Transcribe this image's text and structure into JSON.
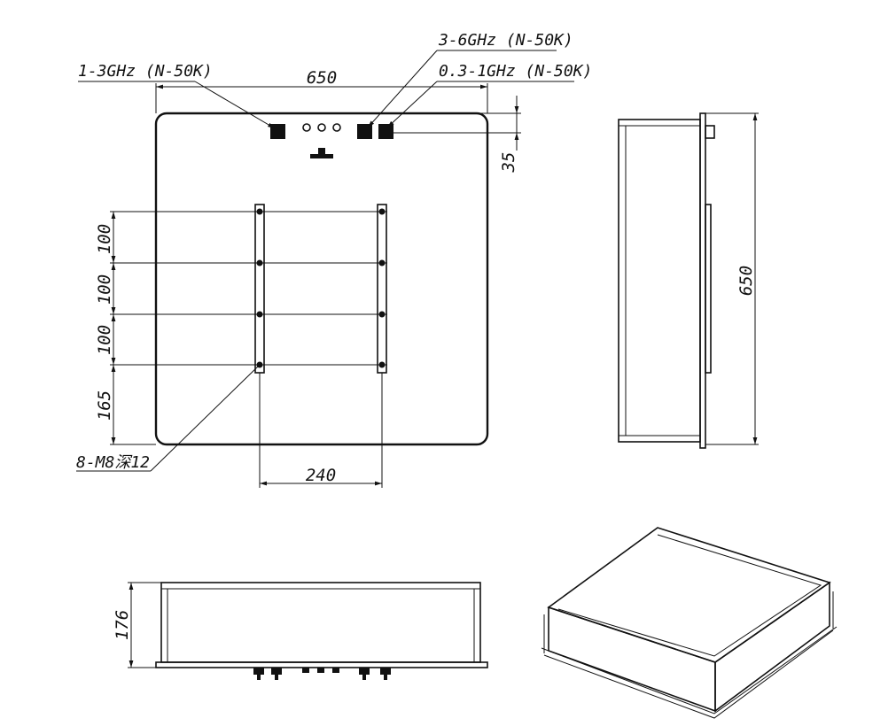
{
  "connectors": {
    "c1": "1-3GHz (N-50K)",
    "c2": "3-6GHz (N-50K)",
    "c3": "0.3-1GHz (N-50K)"
  },
  "mounting": {
    "holes": "8-M8深12"
  },
  "dimensions": {
    "width": "650",
    "offset_top": "35",
    "spacing_1": "100",
    "spacing_2": "100",
    "spacing_3": "100",
    "bottom_gap": "165",
    "rail_spacing": "240",
    "height": "650",
    "depth": "176"
  }
}
